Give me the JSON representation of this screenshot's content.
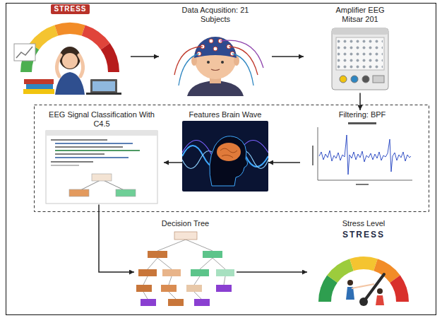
{
  "diagram": {
    "nodes": [
      {
        "text": [
          "STRESS"
        ]
      },
      {
        "text": [
          "Data Acqusition: 21 Subjects"
        ]
      },
      {
        "text": [
          "Amplifier EEG Mitsar 201"
        ]
      },
      {
        "text": [
          "EEG Signal Classification With C4.5"
        ]
      },
      {
        "text": [
          "Features Brain Wave"
        ]
      },
      {
        "text": [
          "Filtering: BPF"
        ]
      },
      {
        "text": [
          "Decision Tree"
        ]
      },
      {
        "text": [
          "Stress Level",
          "STRESS"
        ]
      }
    ],
    "edges": [
      {
        "from": 0,
        "to": 1,
        "arrow": "to"
      },
      {
        "from": 1,
        "to": 2,
        "arrow": "to"
      },
      {
        "from": 2,
        "to": 5,
        "arrow": "to"
      },
      {
        "from": 5,
        "to": 4,
        "arrow": "to"
      },
      {
        "from": 4,
        "to": 3,
        "arrow": "to"
      },
      {
        "from": 3,
        "to": 6,
        "arrow": "to"
      },
      {
        "from": 6,
        "to": 7,
        "arrow": "to"
      }
    ]
  }
}
